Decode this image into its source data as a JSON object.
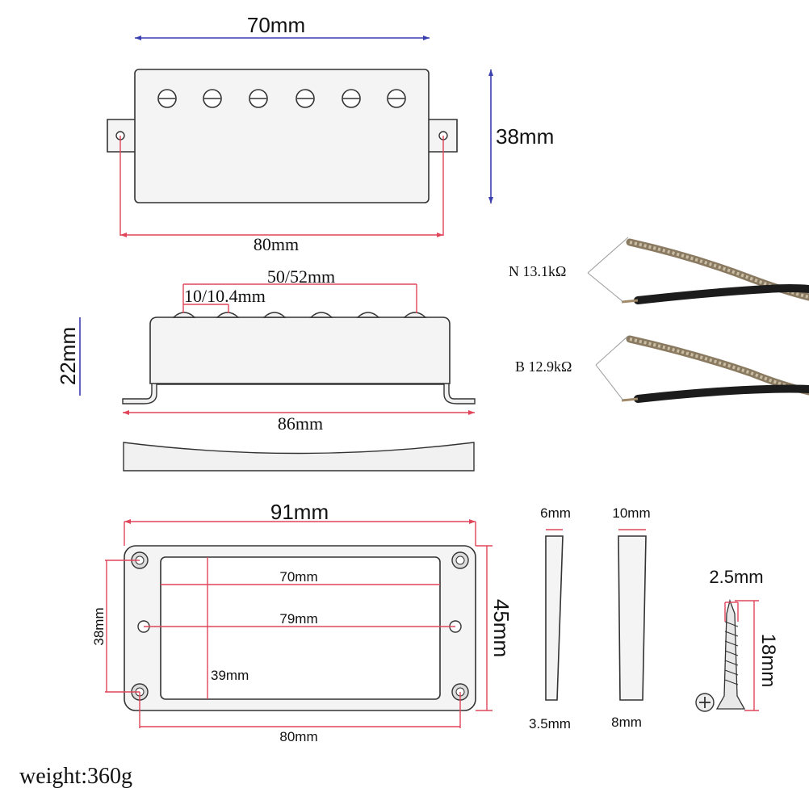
{
  "pickup_top": {
    "width_label": "70mm",
    "height_label": "38mm",
    "mount_span_label": "80mm"
  },
  "pickup_side": {
    "pole_span_label": "50/52mm",
    "pole_spacing_label": "10/10.4mm",
    "height_label": "22mm",
    "base_length_label": "86mm"
  },
  "wires": {
    "neck_label": "N 13.1kΩ",
    "bridge_label": "B 12.9kΩ"
  },
  "ring": {
    "outer_width_label": "91mm",
    "outer_height_label": "45mm",
    "inner_width_label": "70mm",
    "hole_span_label": "79mm",
    "inner_height_label": "39mm",
    "hole_v_span_label": "38mm",
    "bottom_span_label": "80mm"
  },
  "ring_profiles": [
    {
      "top_label": "6mm",
      "bottom_label": "3.5mm"
    },
    {
      "top_label": "10mm",
      "bottom_label": "8mm"
    }
  ],
  "screw": {
    "diameter_label": "2.5mm",
    "length_label": "18mm"
  },
  "weight_label": "weight:360g",
  "colors": {
    "dimension_red": "#e0455a",
    "dimension_blue": "#3a3fb0",
    "metal_fill": "#f4f4f4",
    "outline": "#333333"
  }
}
